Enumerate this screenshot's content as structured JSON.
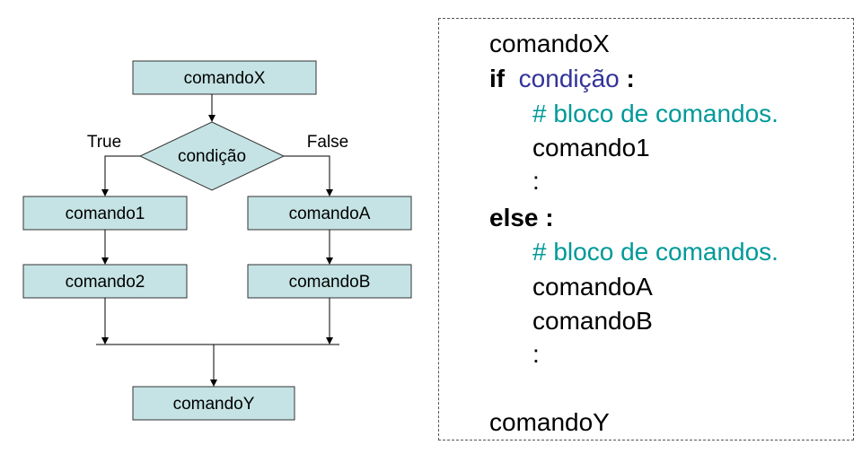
{
  "flowchart": {
    "box_x": "comandoX",
    "decision": "condição",
    "true_label": "True",
    "false_label": "False",
    "box_1": "comando1",
    "box_2": "comando2",
    "box_a": "comandoA",
    "box_b": "comandoB",
    "box_y": "comandoY"
  },
  "code": {
    "line1": "comandoX",
    "if_kw": "if",
    "if_cond": "condição",
    "if_colon": ":",
    "comment1": "# bloco de comandos.",
    "cmd1": "comando1",
    "ellipsis1": ":",
    "else_kw": "else :",
    "comment2": "# bloco de comandos.",
    "cmdA": "comandoA",
    "cmdB": "comandoB",
    "ellipsis2": ":",
    "last": "comandoY"
  },
  "colors": {
    "box_fill": "#c5e3e4",
    "keyword_condition": "#333399",
    "comment": "#009999"
  }
}
